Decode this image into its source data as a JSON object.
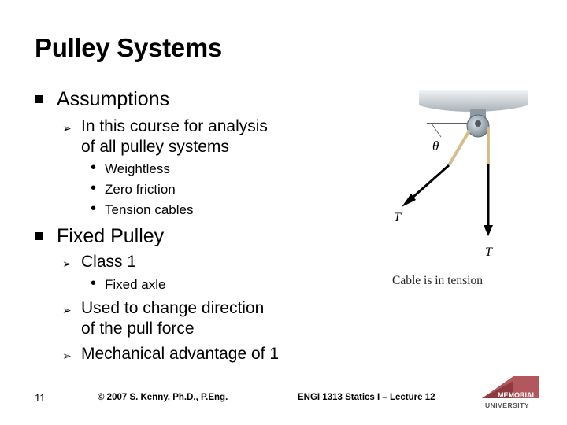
{
  "slide": {
    "title": "Pulley Systems",
    "bullets": {
      "assumptions": "Assumptions",
      "analysis_line1": "In this course for analysis",
      "analysis_line2": "of all pulley systems",
      "weightless": "Weightless",
      "zero_friction": "Zero friction",
      "tension_cables": "Tension cables",
      "fixed_pulley": "Fixed Pulley",
      "class1": "Class 1",
      "fixed_axle": "Fixed axle",
      "change_dir_line1": "Used to change direction",
      "change_dir_line2": "of the pull force",
      "mech_adv": "Mechanical advantage of 1"
    },
    "figure": {
      "theta_label": "θ",
      "tension_left": "T",
      "tension_down": "T",
      "caption": "Cable is in tension"
    },
    "footer": {
      "page_number": "11",
      "copyright": "© 2007 S. Kenny, Ph.D., P.Eng.",
      "course": "ENGI 1313 Statics I – Lecture 12"
    },
    "logo": {
      "line1": "MEMORIAL",
      "line2": "UNIVERSITY"
    }
  }
}
